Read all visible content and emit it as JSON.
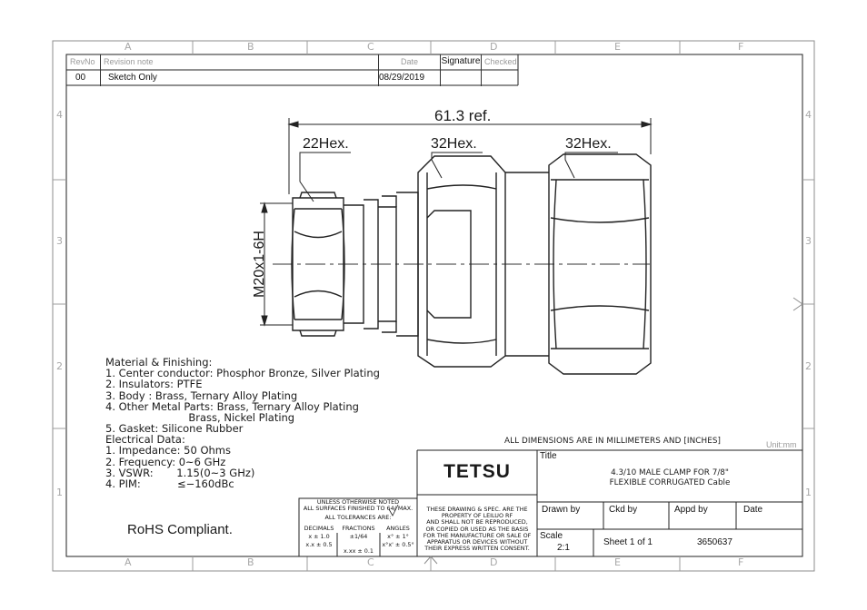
{
  "zones": {
    "columns": [
      "A",
      "B",
      "C",
      "D",
      "E",
      "F"
    ],
    "rows": [
      "4",
      "3",
      "2",
      "1"
    ]
  },
  "revision_table": {
    "headers": {
      "rev": "RevNo",
      "note": "Revision note",
      "date": "Date",
      "signature": "Signature",
      "checked": "Checked"
    },
    "rows": [
      {
        "rev": "00",
        "note": "Sketch Only",
        "date": "08/29/2019",
        "signature": "",
        "checked": ""
      }
    ]
  },
  "dimensions": {
    "overall_length": "61.3 ref.",
    "hex_left": "22Hex.",
    "hex_mid": "32Hex.",
    "hex_right": "32Hex.",
    "thread": "M20x1-6H"
  },
  "material": {
    "lines": [
      "Material & Finishing:",
      "1. Center conductor: Phosphor Bronze, Silver Plating",
      "2. Insulators: PTFE",
      "3. Body : Brass, Ternary Alloy Plating",
      "4. Other Metal Parts: Brass, Ternary Alloy Plating",
      "                         Brass, Nickel Plating",
      "5. Gasket: Silicone Rubber",
      "Electrical Data:",
      "1. Impedance: 50 Ohms",
      "2. Frequency: 0~6 GHz",
      "3. VSWR:       1.15(0~3 GHz)",
      "4. PIM:           ≤−160dBc"
    ]
  },
  "rohs": "RoHS Compliant.",
  "dim_note": "ALL DIMENSIONS ARE IN MILLIMETERS AND [INCHES]",
  "unit": "Unit:mm",
  "tolerance": {
    "line1": "UNLESS OTHERWISE NOTED",
    "line2": "ALL SURFACES FINISHED TO 64/ MAX.",
    "line3": "ALL TOLERANCES ARE:",
    "headers": [
      "DECIMALS",
      "FRACTIONS",
      "ANGLES"
    ],
    "decimals": [
      "x ± 1.0",
      "x.x ± 0.5",
      "x.xx ± 0.1"
    ],
    "fractions": "±1/64",
    "angles": [
      "x° ± 1°",
      "x°x' ± 0.5°"
    ]
  },
  "title_block": {
    "company": "TETSU",
    "title_label": "Title",
    "title_line1": "4.3/10 MALE CLAMP FOR 7/8\"",
    "title_line2": "FLEXIBLE CORRUGATED Cable",
    "notice": [
      "THESE DRAWING & SPEC. ARE THE",
      "PROPERTY OF LEILUO RF",
      "AND SHALL NOT BE REPRODUCED,",
      "OR COPIED OR USED AS THE BASIS",
      "FOR THE MANUFACTURE OR SALE OF",
      "APPARATUS OR DEVICES WITHOUT",
      "THEIR EXPRESS WRITTEN CONSENT."
    ],
    "drawn_by": "Drawn by",
    "ckd_by": "Ckd by",
    "appd_by": "Appd by",
    "date": "Date",
    "scale_label": "Scale",
    "scale_value": "2:1",
    "sheet": "Sheet 1 of 1",
    "part_no": "3650637"
  }
}
